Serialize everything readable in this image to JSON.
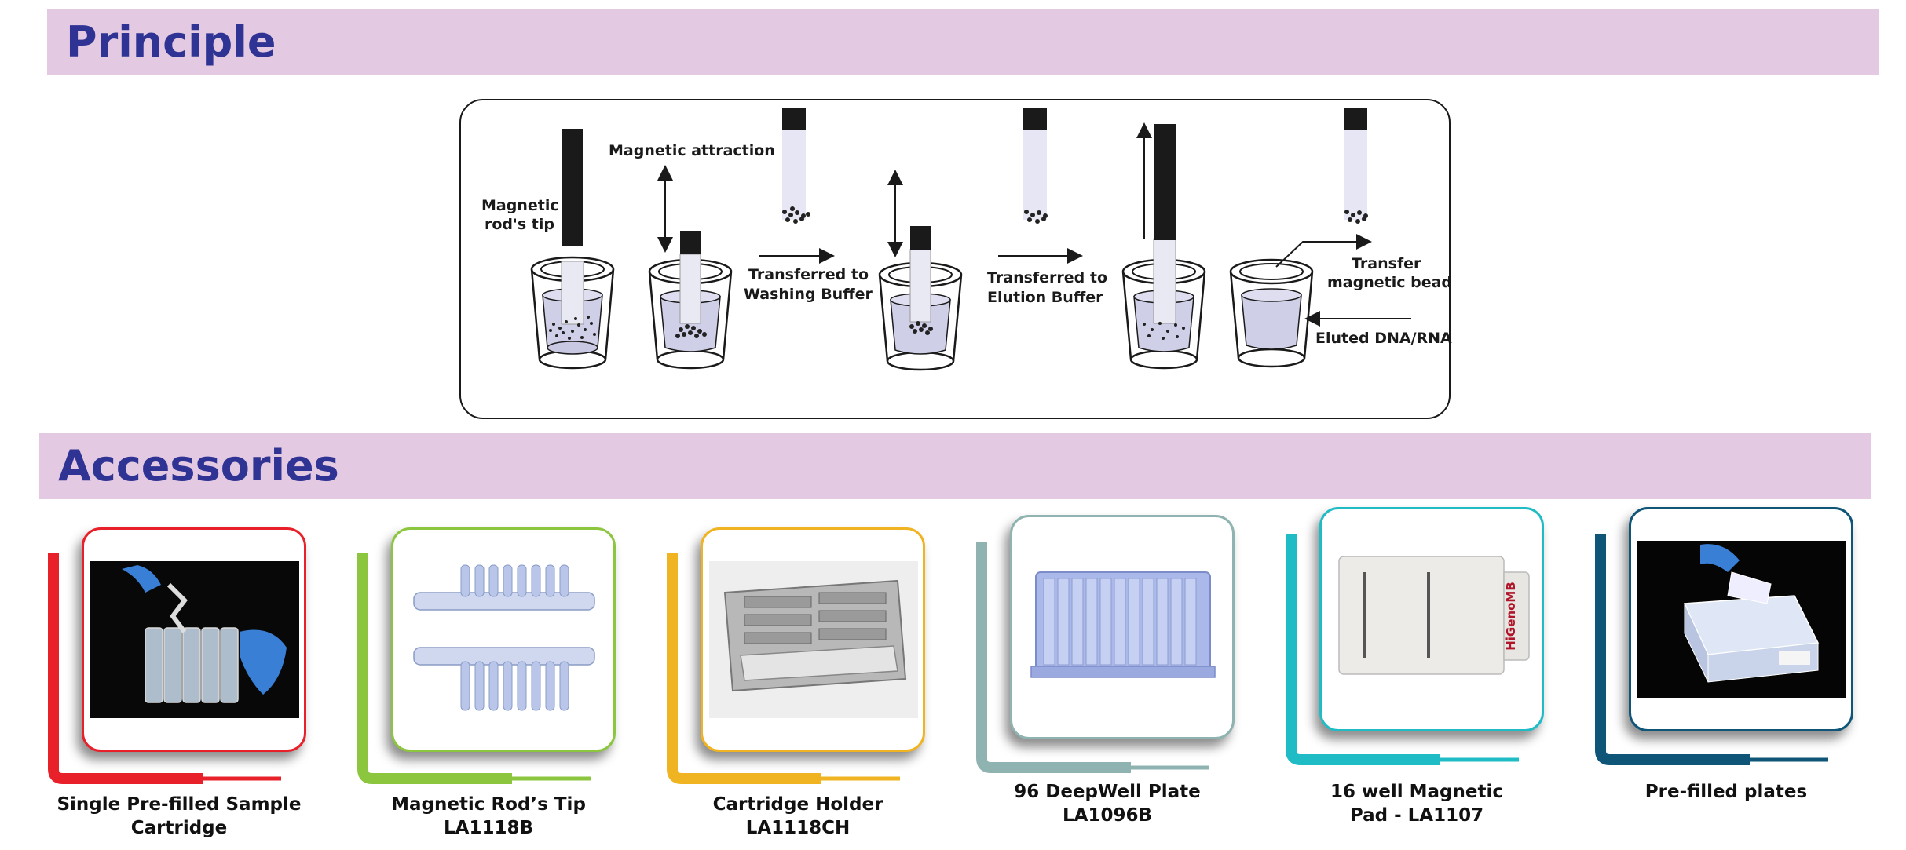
{
  "principle": {
    "title": "Principle",
    "labels": {
      "rod_tip_line1": "Magnetic",
      "rod_tip_line2": "rod's tip",
      "magnetic_attraction": "Magnetic attraction",
      "washing_line1": "Transferred to",
      "washing_line2": "Washing Buffer",
      "elution_line1": "Transferred to",
      "elution_line2": "Elution Buffer",
      "transfer_line1": "Transfer",
      "transfer_line2": "magnetic bead",
      "eluted": "Eluted DNA/RNA"
    }
  },
  "accessories": {
    "title": "Accessories",
    "items": [
      {
        "line1": "Single Pre-filled Sample",
        "line2": "Cartridge",
        "color": "#e8202a",
        "icon": "sample-cartridge-photo"
      },
      {
        "line1": "Magnetic Rod’s Tip",
        "line2": "LA1118B",
        "color": "#8cc63f",
        "icon": "rod-tip-photo"
      },
      {
        "line1": "Cartridge Holder",
        "line2": "LA1118CH",
        "color": "#f0b322",
        "icon": "cartridge-holder-photo"
      },
      {
        "line1": "96 DeepWell Plate",
        "line2": "LA1096B",
        "color": "#8fb3b0",
        "icon": "deepwell-plate-photo"
      },
      {
        "line1": "16 well  Magnetic",
        "line2": "Pad - LA1107",
        "color": "#1fbcc6",
        "icon": "magnetic-pad-photo"
      },
      {
        "line1": "Pre-filled plates",
        "line2": "",
        "color": "#0f5577",
        "icon": "prefilled-plates-photo"
      }
    ],
    "pad_brand": "HiGenoMB"
  }
}
